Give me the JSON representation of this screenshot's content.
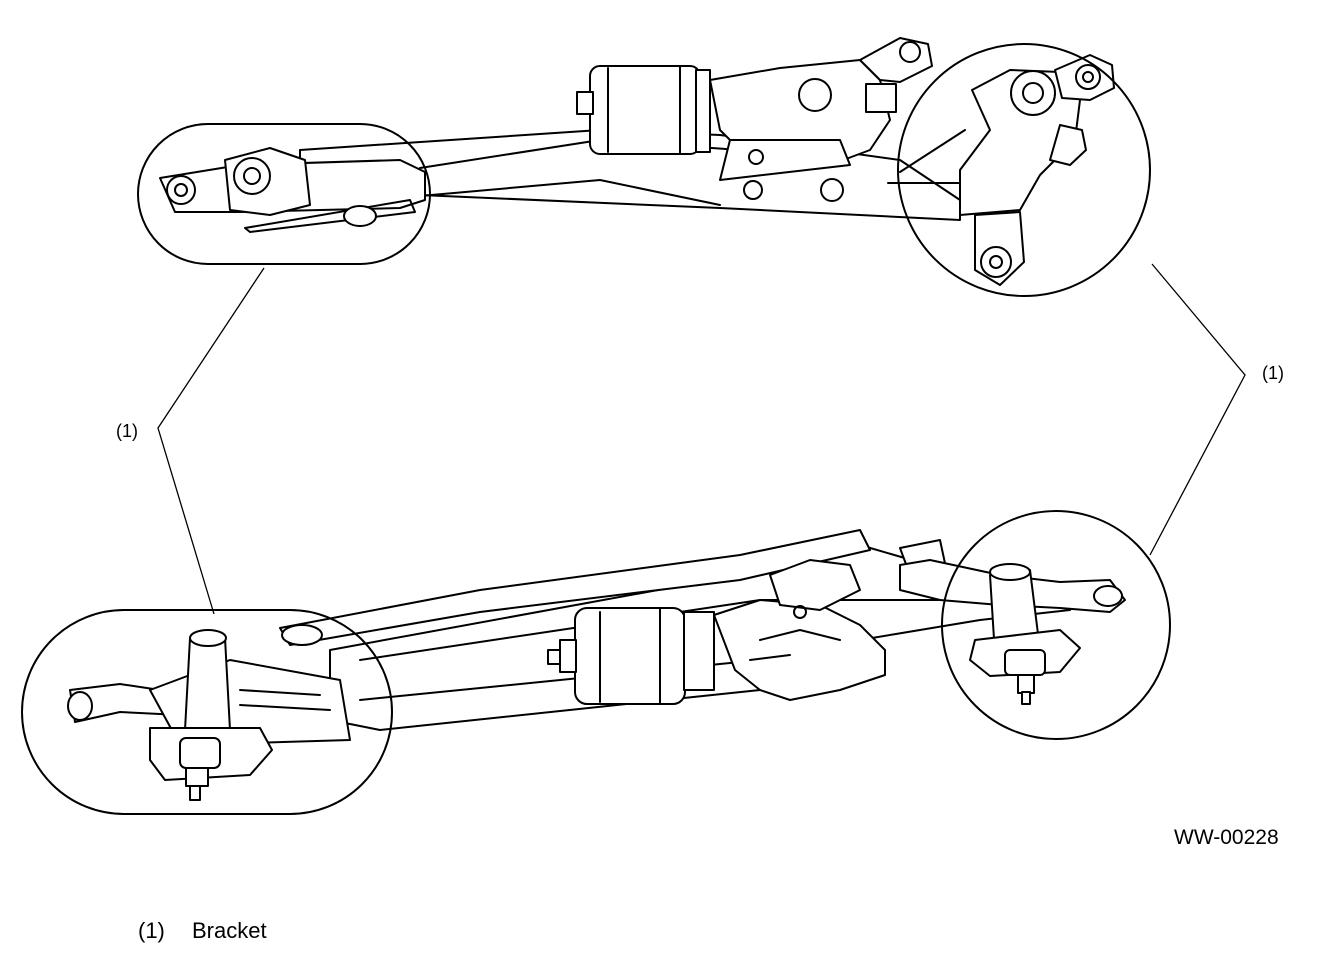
{
  "callouts": {
    "left": "(1)",
    "right": "(1)"
  },
  "figure_id": "WW-00228",
  "legend": {
    "number": "(1)",
    "text": "Bracket"
  },
  "colors": {
    "line": "#000000",
    "background": "#ffffff"
  }
}
